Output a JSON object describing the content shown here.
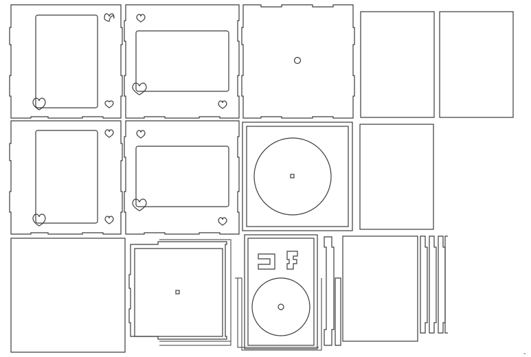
{
  "drawing": {
    "type": "laser-cut box template",
    "stroke_color": "#3a3a3a",
    "background": "#ffffff",
    "pieces": [
      {
        "name": "side-panel-portrait-window",
        "count": 2,
        "icons": [
          "heart-icon",
          "heart-icon",
          "heart-icon",
          "heart-icon"
        ]
      },
      {
        "name": "side-panel-landscape-window",
        "count": 2,
        "icons": [
          "heart-icon",
          "heart-icon",
          "heart-icon"
        ]
      },
      {
        "name": "top-panel-center-hole",
        "count": 1
      },
      {
        "name": "turntable-frame-with-disc",
        "count": 1
      },
      {
        "name": "plain-panel",
        "count": 4
      },
      {
        "name": "base-panel-with-slots",
        "count": 1
      },
      {
        "name": "mechanism-panel-with-disc",
        "count": 1
      },
      {
        "name": "narrow-strips",
        "count": 5
      }
    ]
  }
}
